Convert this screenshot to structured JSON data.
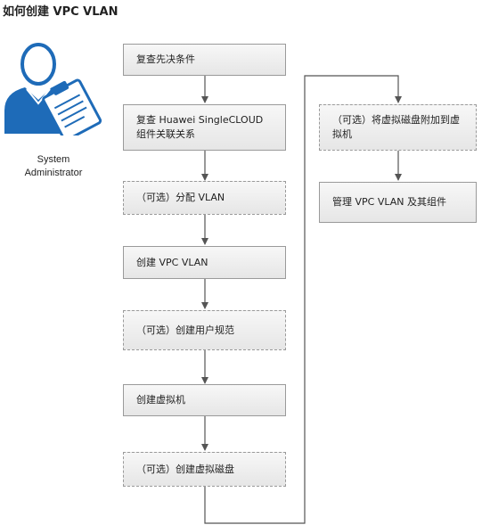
{
  "title": "如何创建 VPC VLAN",
  "actor": {
    "line1": "System",
    "line2": "Administrator"
  },
  "steps": [
    {
      "label": "复查先决条件",
      "optional": false
    },
    {
      "label": "复查 Huawei SingleCLOUD 组件关联关系",
      "optional": false
    },
    {
      "label": "（可选）分配 VLAN",
      "optional": true
    },
    {
      "label": "创建 VPC VLAN",
      "optional": false
    },
    {
      "label": "（可选）创建用户规范",
      "optional": true
    },
    {
      "label": "创建虚拟机",
      "optional": false
    },
    {
      "label": "（可选）创建虚拟磁盘",
      "optional": true
    },
    {
      "label": "（可选）将虚拟磁盘附加到虚拟机",
      "optional": true
    },
    {
      "label": "管理 VPC VLAN 及其组件",
      "optional": false
    }
  ],
  "colors": {
    "actor_blue": "#1e6bb8",
    "box_border": "#9a9a9a",
    "arrow": "#555555"
  }
}
